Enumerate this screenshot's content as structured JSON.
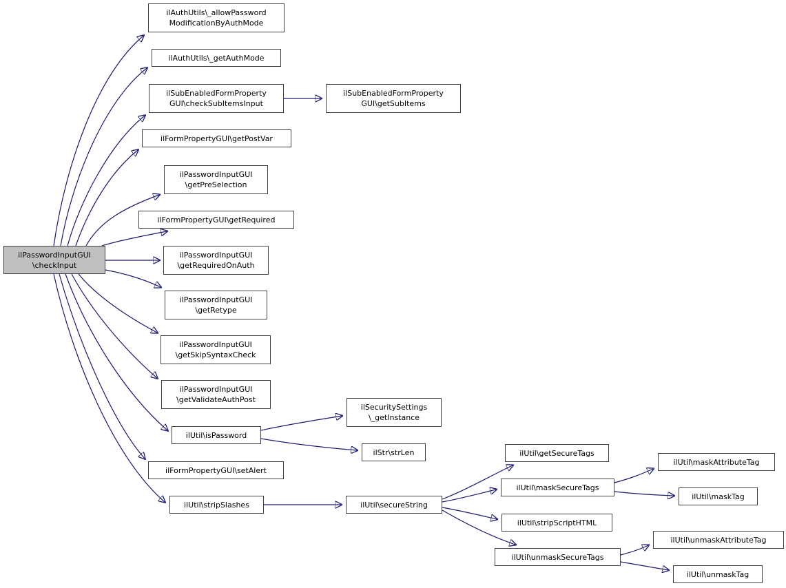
{
  "graph": {
    "nodes": [
      {
        "id": "check-input",
        "label": "ilPasswordInputGUI\n\\checkInput",
        "type": "root"
      },
      {
        "id": "allow-password-modification-by-auth-mode",
        "label": "ilAuthUtils\\_allowPassword\nModificationByAuthMode"
      },
      {
        "id": "get-auth-mode",
        "label": "ilAuthUtils\\_getAuthMode"
      },
      {
        "id": "check-sub-items-input",
        "label": "ilSubEnabledFormProperty\nGUI\\checkSubItemsInput"
      },
      {
        "id": "get-post-var",
        "label": "ilFormPropertyGUI\\getPostVar"
      },
      {
        "id": "get-pre-selection",
        "label": "ilPasswordInputGUI\n\\getPreSelection"
      },
      {
        "id": "get-required",
        "label": "ilFormPropertyGUI\\getRequired"
      },
      {
        "id": "get-required-on-auth",
        "label": "ilPasswordInputGUI\n\\getRequiredOnAuth"
      },
      {
        "id": "get-retype",
        "label": "ilPasswordInputGUI\n\\getRetype"
      },
      {
        "id": "get-skip-syntax-check",
        "label": "ilPasswordInputGUI\n\\getSkipSyntaxCheck"
      },
      {
        "id": "get-validate-auth-post",
        "label": "ilPasswordInputGUI\n\\getValidateAuthPost"
      },
      {
        "id": "is-password",
        "label": "ilUtil\\isPassword"
      },
      {
        "id": "set-alert",
        "label": "ilFormPropertyGUI\\setAlert"
      },
      {
        "id": "strip-slashes",
        "label": "ilUtil\\stripSlashes"
      },
      {
        "id": "get-sub-items",
        "label": "ilSubEnabledFormProperty\nGUI\\getSubItems"
      },
      {
        "id": "get-instance",
        "label": "ilSecuritySettings\n\\_getInstance"
      },
      {
        "id": "str-len",
        "label": "ilStr\\strLen"
      },
      {
        "id": "secure-string",
        "label": "ilUtil\\secureString"
      },
      {
        "id": "get-secure-tags",
        "label": "ilUtil\\getSecureTags"
      },
      {
        "id": "mask-secure-tags",
        "label": "ilUtil\\maskSecureTags"
      },
      {
        "id": "strip-script-html",
        "label": "ilUtil\\stripScriptHTML"
      },
      {
        "id": "unmask-secure-tags",
        "label": "ilUtil\\unmaskSecureTags"
      },
      {
        "id": "mask-attribute-tag",
        "label": "ilUtil\\maskAttributeTag"
      },
      {
        "id": "mask-tag",
        "label": "ilUtil\\maskTag"
      },
      {
        "id": "unmask-attribute-tag",
        "label": "ilUtil\\unmaskAttributeTag"
      },
      {
        "id": "unmask-tag",
        "label": "ilUtil\\unmaskTag"
      }
    ],
    "edges": [
      {
        "from": "check-input",
        "to": "allow-password-modification-by-auth-mode"
      },
      {
        "from": "check-input",
        "to": "get-auth-mode"
      },
      {
        "from": "check-input",
        "to": "check-sub-items-input"
      },
      {
        "from": "check-input",
        "to": "get-post-var"
      },
      {
        "from": "check-input",
        "to": "get-pre-selection"
      },
      {
        "from": "check-input",
        "to": "get-required"
      },
      {
        "from": "check-input",
        "to": "get-required-on-auth"
      },
      {
        "from": "check-input",
        "to": "get-retype"
      },
      {
        "from": "check-input",
        "to": "get-skip-syntax-check"
      },
      {
        "from": "check-input",
        "to": "get-validate-auth-post"
      },
      {
        "from": "check-input",
        "to": "is-password"
      },
      {
        "from": "check-input",
        "to": "set-alert"
      },
      {
        "from": "check-input",
        "to": "strip-slashes"
      },
      {
        "from": "check-sub-items-input",
        "to": "get-sub-items"
      },
      {
        "from": "is-password",
        "to": "get-instance"
      },
      {
        "from": "is-password",
        "to": "str-len"
      },
      {
        "from": "strip-slashes",
        "to": "secure-string"
      },
      {
        "from": "secure-string",
        "to": "get-secure-tags"
      },
      {
        "from": "secure-string",
        "to": "mask-secure-tags"
      },
      {
        "from": "secure-string",
        "to": "strip-script-html"
      },
      {
        "from": "secure-string",
        "to": "unmask-secure-tags"
      },
      {
        "from": "mask-secure-tags",
        "to": "mask-attribute-tag"
      },
      {
        "from": "mask-secure-tags",
        "to": "mask-tag"
      },
      {
        "from": "unmask-secure-tags",
        "to": "unmask-attribute-tag"
      },
      {
        "from": "unmask-secure-tags",
        "to": "unmask-tag"
      }
    ]
  },
  "colors": {
    "edge": "#191970",
    "node_border": "#404040",
    "node_fill": "#ffffff",
    "root_fill": "#c0c0c0",
    "text": "#000000",
    "background": "#ffffff"
  }
}
